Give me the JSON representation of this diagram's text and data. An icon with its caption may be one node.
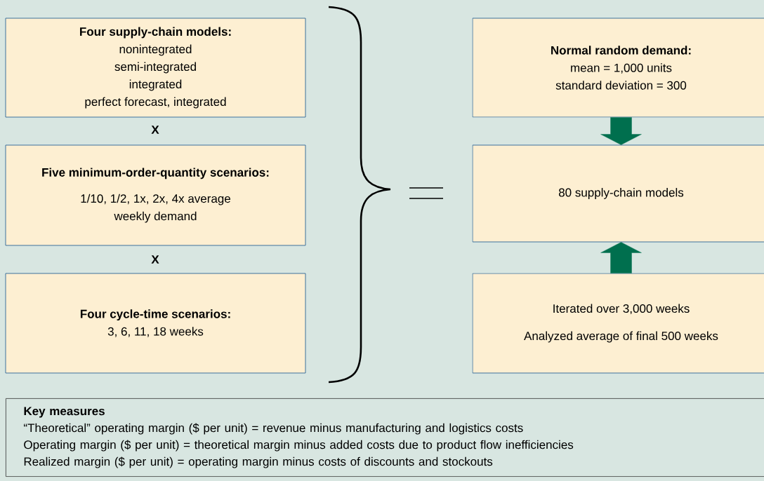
{
  "diagram": {
    "nodes": [
      {
        "text": [
          "Four supply-chain models:",
          "nonintegrated",
          "semi-integrated",
          "integrated",
          "perfect forecast, integrated"
        ]
      },
      {
        "text": [
          "Five minimum-order-quantity scenarios:",
          "1/10, 1/2, 1x, 2x, 4x average weekly demand"
        ]
      },
      {
        "text": [
          "Four cycle-time scenarios:",
          "3, 6, 11, 18 weeks"
        ]
      },
      {
        "text": [
          "Normal random demand:",
          "mean = 1,000 units",
          "standard deviation = 300"
        ]
      },
      {
        "text": [
          "80 supply-chain models"
        ]
      },
      {
        "text": [
          "Iterated over 3,000 weeks",
          "Analyzed average of final 500 weeks"
        ]
      },
      {
        "text": [
          "Key measures",
          "“Theoretical” operating margin ($ per unit) = revenue minus manufacturing and logistics costs",
          "Operating margin ($ per unit) = theoretical margin minus added costs due to product flow inefficiencies",
          "Realized margin ($ per unit) = operating margin minus costs of discounts and stockouts"
        ]
      }
    ],
    "edges": [
      {
        "from": 3,
        "to": 4,
        "arrow": "to"
      },
      {
        "from": 5,
        "to": 4,
        "arrow": "to"
      }
    ],
    "labels": [
      "X",
      "X"
    ]
  }
}
